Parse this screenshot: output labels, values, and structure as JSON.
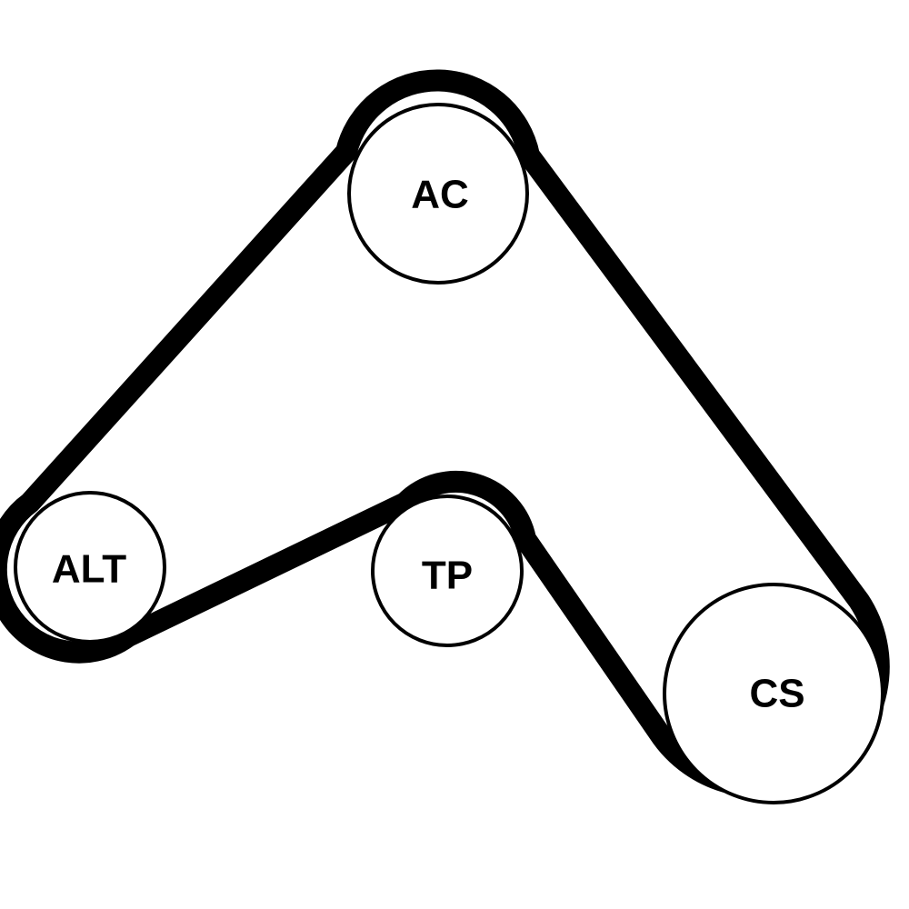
{
  "diagram": {
    "colors": {
      "belt": "#000000",
      "pulley_fill": "#ffffff",
      "pulley_stroke": "#000000"
    },
    "pulleys": {
      "ac": {
        "label": "AC"
      },
      "alt": {
        "label": "ALT"
      },
      "tp": {
        "label": "TP"
      },
      "cs": {
        "label": "CS"
      }
    }
  }
}
